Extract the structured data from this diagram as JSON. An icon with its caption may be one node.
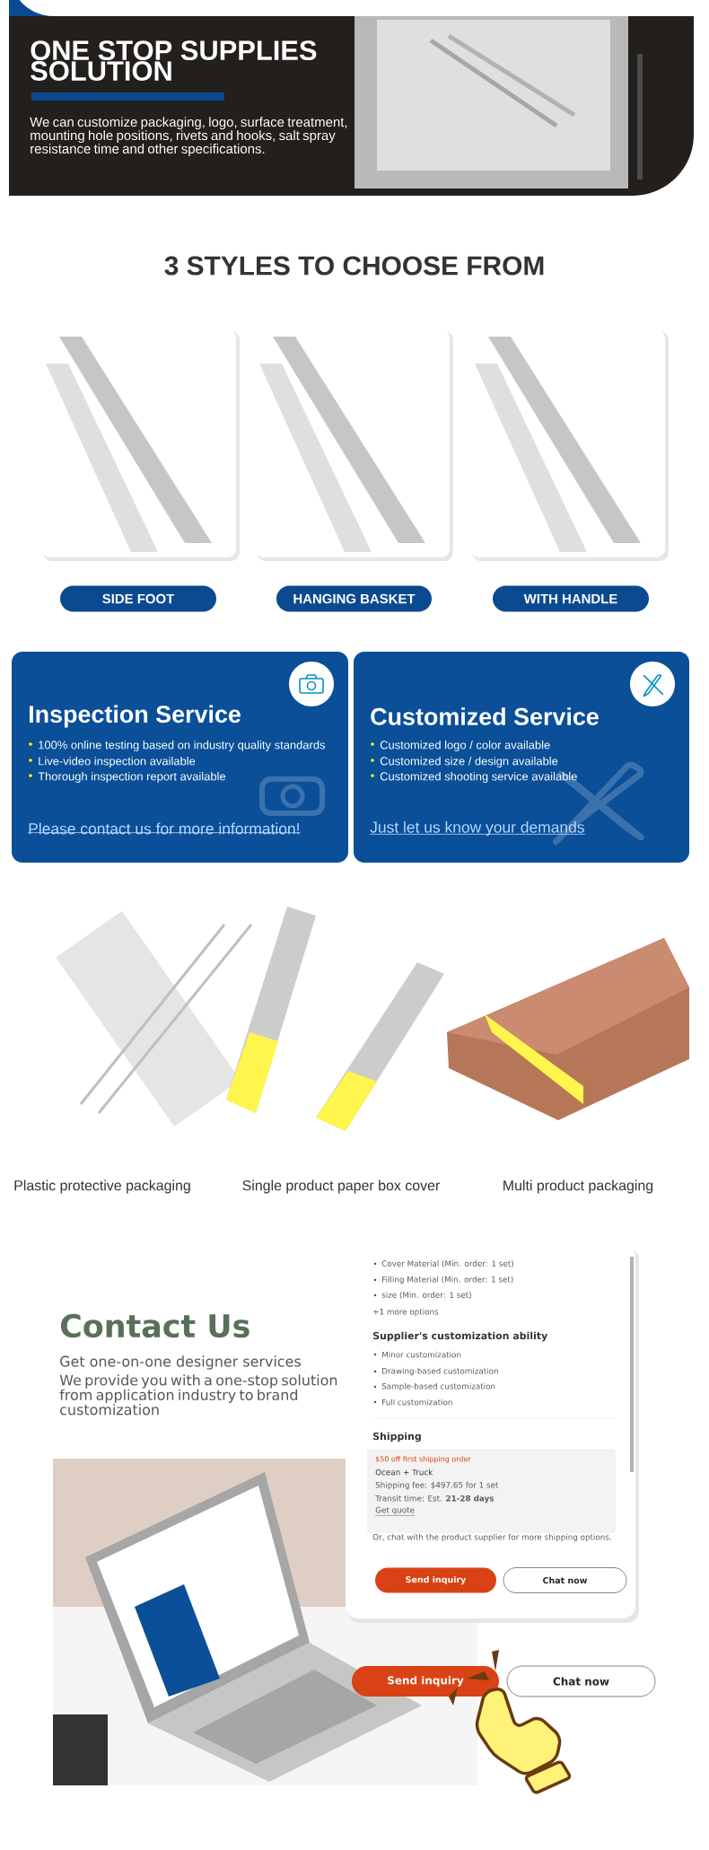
{
  "diagram": {
    "nodes": [
      {
        "text": [
          "ONE STOP SUPPLIES SOLUTION",
          "We can customize packaging, logo, surface treatment, mounting hole positions, rivets and hooks, salt spray resistance time and other specifications."
        ]
      },
      {
        "text": [
          "SIDE FOOT"
        ]
      },
      {
        "text": [
          "HANGING BASKET"
        ]
      },
      {
        "text": [
          "WITH HANDLE"
        ]
      },
      {
        "text": [
          "Inspection Service",
          "100% online testing based on industry quality standards",
          "Live-video inspection available",
          "Thorough inspection report available",
          "Please contact us for more information!"
        ]
      },
      {
        "text": [
          "Customized Service",
          "Customized logo / color available",
          "Customized size / design available",
          "Customized shooting service available",
          "Just let us know your demands"
        ]
      },
      {
        "text": [
          "Cover Material (Min. order: 1 set)",
          "Filling Material (Min. order: 1 set)",
          "size (Min. order: 1 set)",
          "+1 more options",
          "Supplier's customization ability",
          "Minor customization",
          "Drawing-based customization",
          "Sample-based customization",
          "Full customization",
          "Shipping",
          "$50 off first shipping order",
          "Ocean + Truck",
          "Shipping fee: $497.65 for 1 set",
          "Transit time: Est. **21-28 days**",
          "Get quote",
          "Or, chat with the product supplier for more shipping options."
        ]
      },
      {
        "text": [
          "Send inquiry"
        ],
        "in": 6
      },
      {
        "text": [
          "Chat now"
        ],
        "in": 6
      },
      {
        "text": [
          "Send inquiry"
        ]
      },
      {
        "text": [
          "Chat now"
        ]
      }
    ],
    "labels": [
      "3 STYLES TO CHOOSE FROM",
      "Plastic protective packaging",
      "Single product paper box cover",
      "Multi product packaging",
      "Contact Us",
      "Get one-on-one designer services",
      "We provide you with a one-stop solution from application industry to brand customization"
    ]
  }
}
